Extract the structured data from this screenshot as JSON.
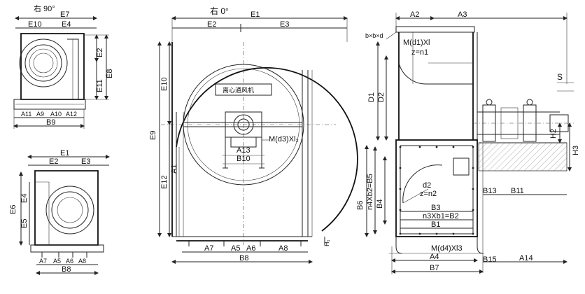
{
  "small_top": {
    "rotation_label": "右 90°",
    "E7": "E7",
    "E10": "E10",
    "E4": "E4",
    "E2": "E2",
    "E8": "E8",
    "E11": "E11",
    "A11": "A11",
    "A9": "A9",
    "A10": "A10",
    "A12": "A12",
    "B9": "B9"
  },
  "small_bottom": {
    "E1": "E1",
    "E2": "E2",
    "E3": "E3",
    "E6": "E6",
    "E4": "E4",
    "E5": "E5",
    "A7": "A7",
    "A5": "A5",
    "A6": "A6",
    "A8": "A8",
    "B8": "B8"
  },
  "front": {
    "rotation_label": "右 0°",
    "E1": "E1",
    "E2": "E2",
    "E3": "E3",
    "E10": "E10",
    "E9": "E9",
    "E12": "E12",
    "A1": "A1",
    "nameplate": "离心通风机",
    "A13": "A13",
    "B10": "B10",
    "M_d3": "M(d3)Xl₂",
    "A7": "A7",
    "A5": "A5",
    "A6": "A6",
    "A8": "A8",
    "H1": "H₁",
    "B8": "B8"
  },
  "side": {
    "A2": "A2",
    "A3": "A3",
    "bxbxd": "b×b×d",
    "M_d1": "M(d1)Xl",
    "z_n1": "z=n1",
    "D1": "D1",
    "D2": "D2",
    "S": "S",
    "H2": "H2",
    "H3": "H3",
    "d2": "d2",
    "z_n2": "z=n2",
    "B6": "B6",
    "n4Xb2_B5": "n4Xb2=B5",
    "B4": "B4",
    "B3": "B3",
    "n3Xb1_B2": "n3Xb1=B2",
    "B1": "B1",
    "B13": "B13",
    "B11": "B11",
    "M_d4": "M(d4)Xl3",
    "A4": "A4",
    "B15": "B15",
    "A14": "A14",
    "B7": "B7"
  }
}
